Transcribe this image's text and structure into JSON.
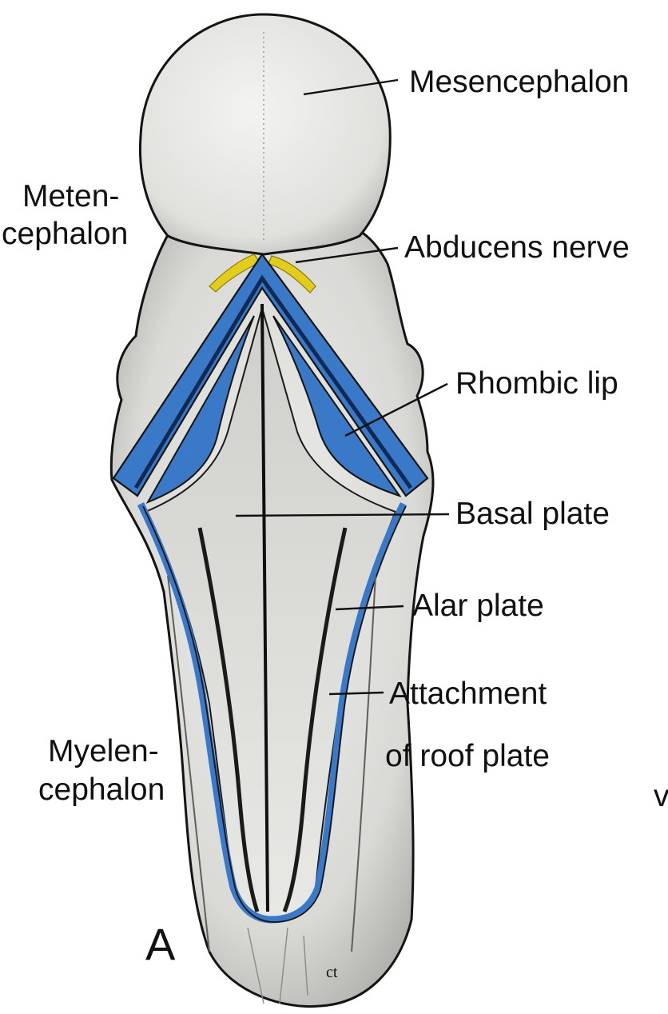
{
  "figure": {
    "panel_letter": "A",
    "edge_fragment": "v",
    "artist_mark": "ct"
  },
  "labels": {
    "mesencephalon": "Mesencephalon",
    "metencephalon_1": "Meten-",
    "metencephalon_2": "cephalon",
    "abducens_nerve": "Abducens nerve",
    "rhombic_lip": "Rhombic lip",
    "basal_plate": "Basal plate",
    "alar_plate": "Alar plate",
    "attachment_1": "Attachment",
    "attachment_2": "of roof plate",
    "myelencephalon_1": "Myelen-",
    "myelencephalon_2": "cephalon"
  },
  "colors": {
    "tissue": "#e4e4e2",
    "tissue_shadow": "#bdbdba",
    "outline": "#141414",
    "roof_plate_blue": "#3a78c8",
    "roof_plate_dark": "#1c3f7a",
    "abducens_yellow": "#e2cc1c",
    "groove": "#0f0f0f"
  }
}
